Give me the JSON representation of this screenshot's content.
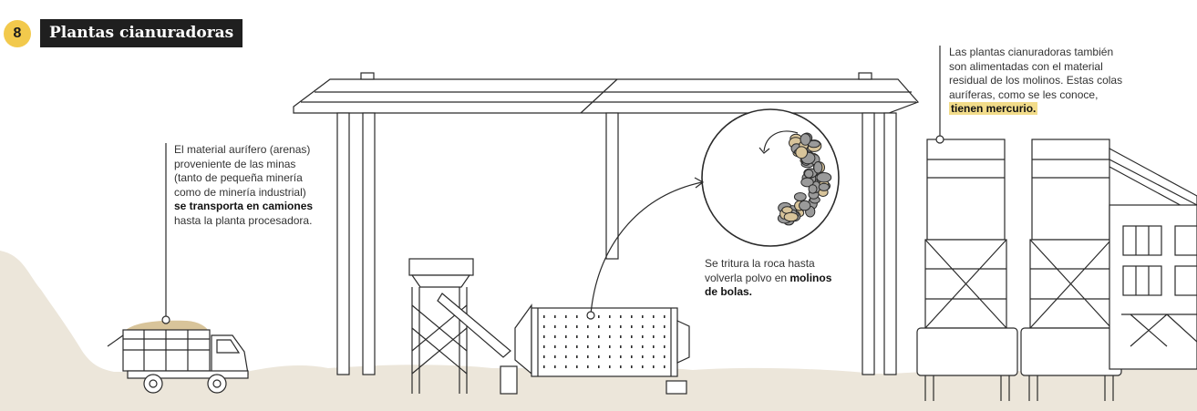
{
  "header": {
    "number": "8",
    "title": "Plantas cianuradoras"
  },
  "colors": {
    "accent": "#f2c94c",
    "ground": "#ece6da",
    "ore": "#d8c49a",
    "ink": "#2a2a2a"
  },
  "notes": {
    "trucks": {
      "lines": [
        "El material aurífero (arenas)",
        "proveniente de las minas",
        "(tanto de pequeña minería",
        "como de minería industrial)"
      ],
      "bold_line": "se transporta en camiones",
      "last_line": "hasta la planta procesadora."
    },
    "mill": {
      "line1": "Se tritura la roca hasta",
      "line2_a": "volverla polvo en ",
      "line2_b": "molinos",
      "line3": "de bolas."
    },
    "plant": {
      "lines": [
        "Las plantas cianuradoras también",
        "son alimentadas con el material",
        "residual de los molinos. Estas colas",
        "auríferas, como se les conoce,"
      ],
      "highlight": "tienen mercurio."
    }
  }
}
